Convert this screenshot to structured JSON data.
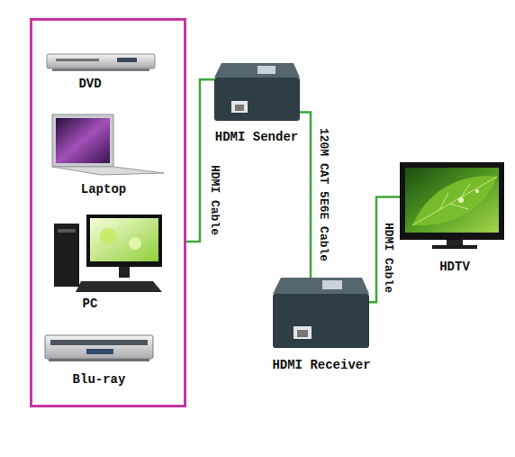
{
  "diagram": {
    "nodes": [
      {
        "text": [
          "DVD",
          "Laptop",
          "PC",
          "Blu-ray"
        ]
      },
      {
        "text": [
          "HDMI Sender"
        ]
      },
      {
        "text": [
          "HDMI Receiver"
        ]
      },
      {
        "text": [
          "HDTV"
        ]
      }
    ],
    "edges": [
      {
        "from": 0,
        "to": 1,
        "label": "HDMI Cable",
        "arrow": "none"
      },
      {
        "from": 1,
        "to": 2,
        "label": "120M CAT 5E6E Cable",
        "arrow": "none"
      },
      {
        "from": 2,
        "to": 3,
        "label": "HDMI Cable",
        "arrow": "none"
      }
    ]
  }
}
